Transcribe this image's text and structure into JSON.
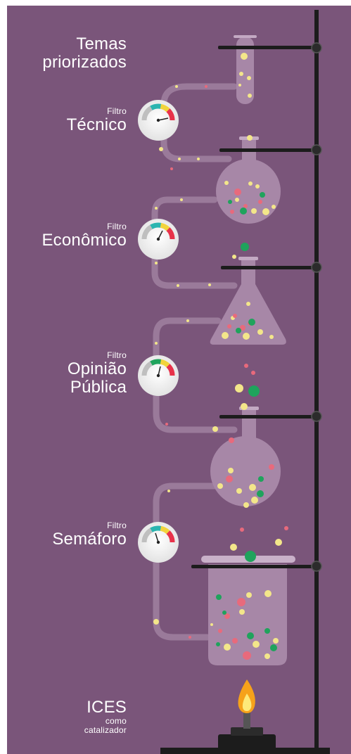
{
  "stages": [
    {
      "title": "Temas priorizados",
      "title_lines": [
        "Temas",
        "priorizados"
      ]
    },
    {
      "prefix": "Filtro",
      "title_lines": [
        "Técnico"
      ]
    },
    {
      "prefix": "Filtro",
      "title_lines": [
        "Econômico"
      ]
    },
    {
      "prefix": "Filtro",
      "title_lines": [
        "Opinião",
        "Pública"
      ]
    },
    {
      "prefix": "Filtro",
      "title_lines": [
        "Semáforo"
      ]
    }
  ],
  "catalyst": {
    "title": "ICES",
    "subtitle_lines": [
      "como",
      "catalizador"
    ]
  },
  "colors": {
    "background": "#7a557a",
    "glass": "#a787a7",
    "tube": "#9a7a9a",
    "stand": "#1c1c1c",
    "yellow": "#f3e68a",
    "pink": "#e86a7c",
    "green": "#1fa35c",
    "gauge_red": "#e8324a",
    "gauge_yellow": "#f2d43c",
    "gauge_teal": "#2bb5b0",
    "gauge_grey": "#bfbfbf",
    "flame_orange": "#f6a21a",
    "flame_yellow": "#fde97a"
  },
  "icons": [
    "gauge-icon",
    "flame-icon",
    "bunsen-burner-icon",
    "test-tube-icon",
    "round-flask-icon",
    "erlenmeyer-flask-icon",
    "beaker-icon",
    "lab-stand-icon"
  ]
}
